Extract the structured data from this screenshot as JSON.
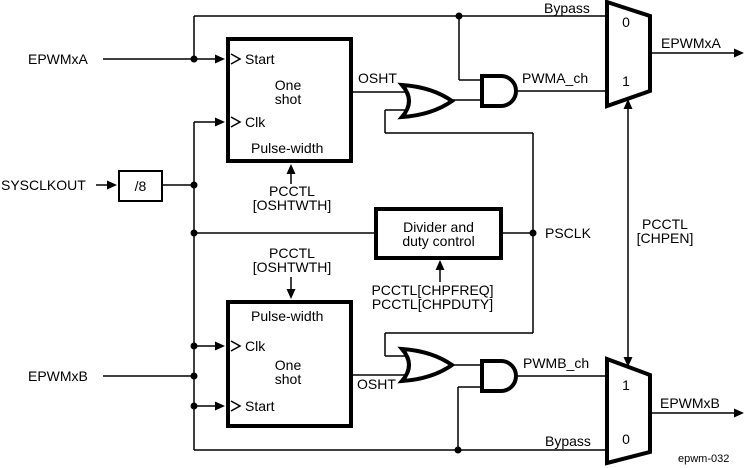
{
  "figure": {
    "watermark": "epwm-032"
  },
  "colors": {
    "line": "#000000",
    "background": "#ffffff"
  },
  "io": {
    "epwmxa_in": "EPWMxA",
    "sysclkout": "SYSCLKOUT",
    "epwmxb_in": "EPWMxB",
    "epwmxa_out": "EPWMxA",
    "epwmxb_out": "EPWMxB"
  },
  "blocks": {
    "div8": "/8",
    "oneshot_a": {
      "start": "Start",
      "clk": "Clk",
      "name1": "One",
      "name2": "shot",
      "footer": "Pulse-width"
    },
    "oneshot_b": {
      "start": "Start",
      "clk": "Clk",
      "name1": "One",
      "name2": "shot",
      "header": "Pulse-width"
    },
    "divider": {
      "line1": "Divider and",
      "line2": "duty control"
    }
  },
  "signals": {
    "osht_a": "OSHT",
    "osht_b": "OSHT",
    "psclk": "PSCLK",
    "pwma_ch": "PWMA_ch",
    "pwmb_ch": "PWMB_ch",
    "bypass_a": "Bypass",
    "bypass_b": "Bypass"
  },
  "registers": {
    "oshtwth_a": {
      "line1": "PCCTL",
      "line2": "[OSHTWTH]"
    },
    "oshtwth_b": {
      "line1": "PCCTL",
      "line2": "[OSHTWTH]"
    },
    "chp": {
      "line1": "PCCTL[CHPFREQ]",
      "line2": "PCCTL[CHPDUTY]"
    },
    "chpen": {
      "line1": "PCCTL",
      "line2": "[CHPEN]"
    }
  },
  "mux_a": {
    "input0": "0",
    "input1": "1"
  },
  "mux_b": {
    "input1": "1",
    "input0": "0"
  }
}
